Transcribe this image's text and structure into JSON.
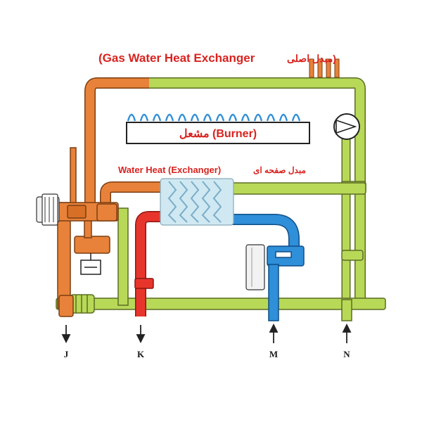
{
  "labels": {
    "main_exchanger": "(Gas Water Heat Exchanger",
    "main_exchanger_fa": "مبدل اصلی)",
    "burner": "مشعل (Burner)",
    "plate_exchanger": "Water Heat (Exchanger)",
    "plate_exchanger_fa": "مبدل صفحه ای",
    "ports": [
      "J",
      "K",
      "M",
      "N"
    ]
  },
  "colors": {
    "hot_pipe": "#e8823a",
    "cold_return": "#b8d858",
    "hot_water": "#e8352b",
    "cold_water": "#2f8fd8",
    "burner_flame": "#2f8fd8",
    "text_red": "#d8231f",
    "plate": "#cfe8f2",
    "pump": "#ffffff"
  },
  "icons": {
    "pump": "pump-icon",
    "flame": "flame-icon",
    "arrow_out": "arrow-down-icon",
    "arrow_in": "arrow-up-icon"
  }
}
